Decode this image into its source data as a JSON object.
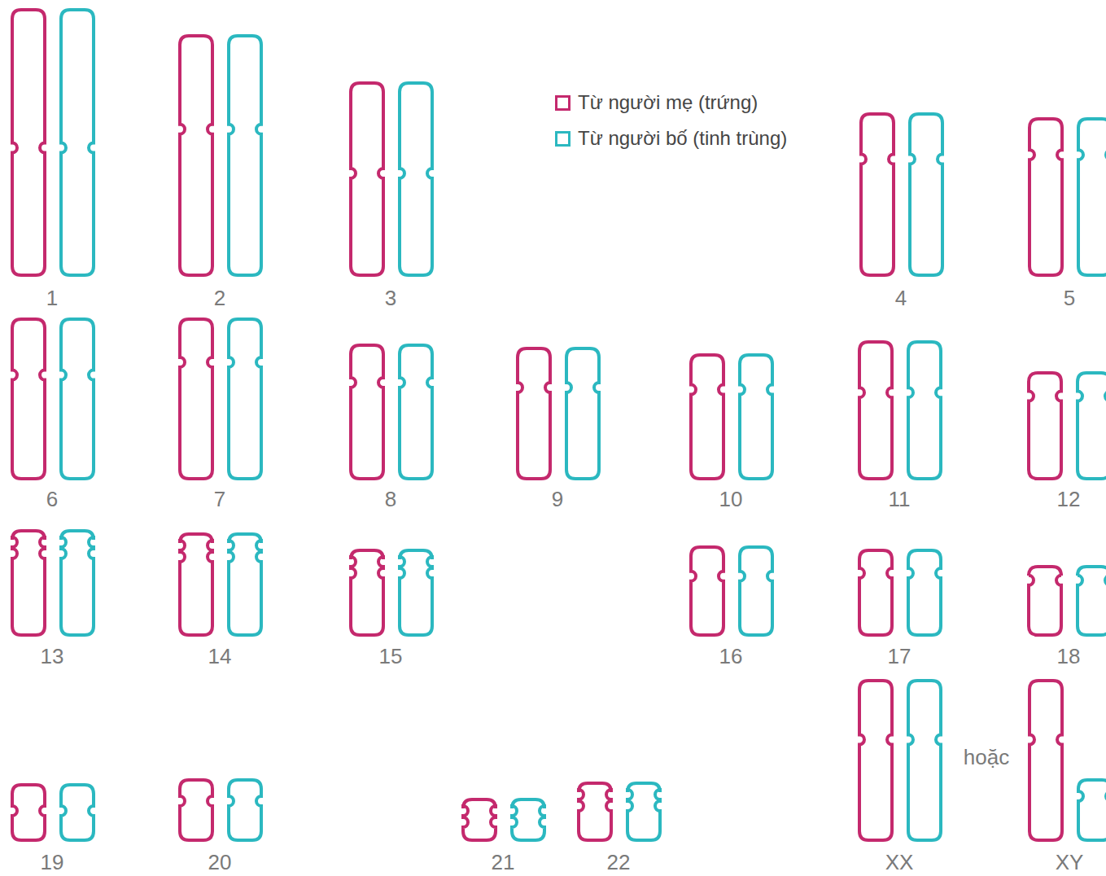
{
  "diagram": {
    "labels": [
      "1",
      "2",
      "3",
      "4",
      "5",
      "6",
      "7",
      "8",
      "9",
      "10",
      "11",
      "12",
      "13",
      "14",
      "15",
      "16",
      "17",
      "18",
      "19",
      "20",
      "21",
      "22",
      "XX",
      "hoặc",
      "XY"
    ],
    "legend": [
      {
        "text": "Từ người mẹ (trứng)",
        "color": "#c4296d"
      },
      {
        "text": "Từ người bố (tinh trùng)",
        "color": "#2bb8c0"
      }
    ]
  }
}
